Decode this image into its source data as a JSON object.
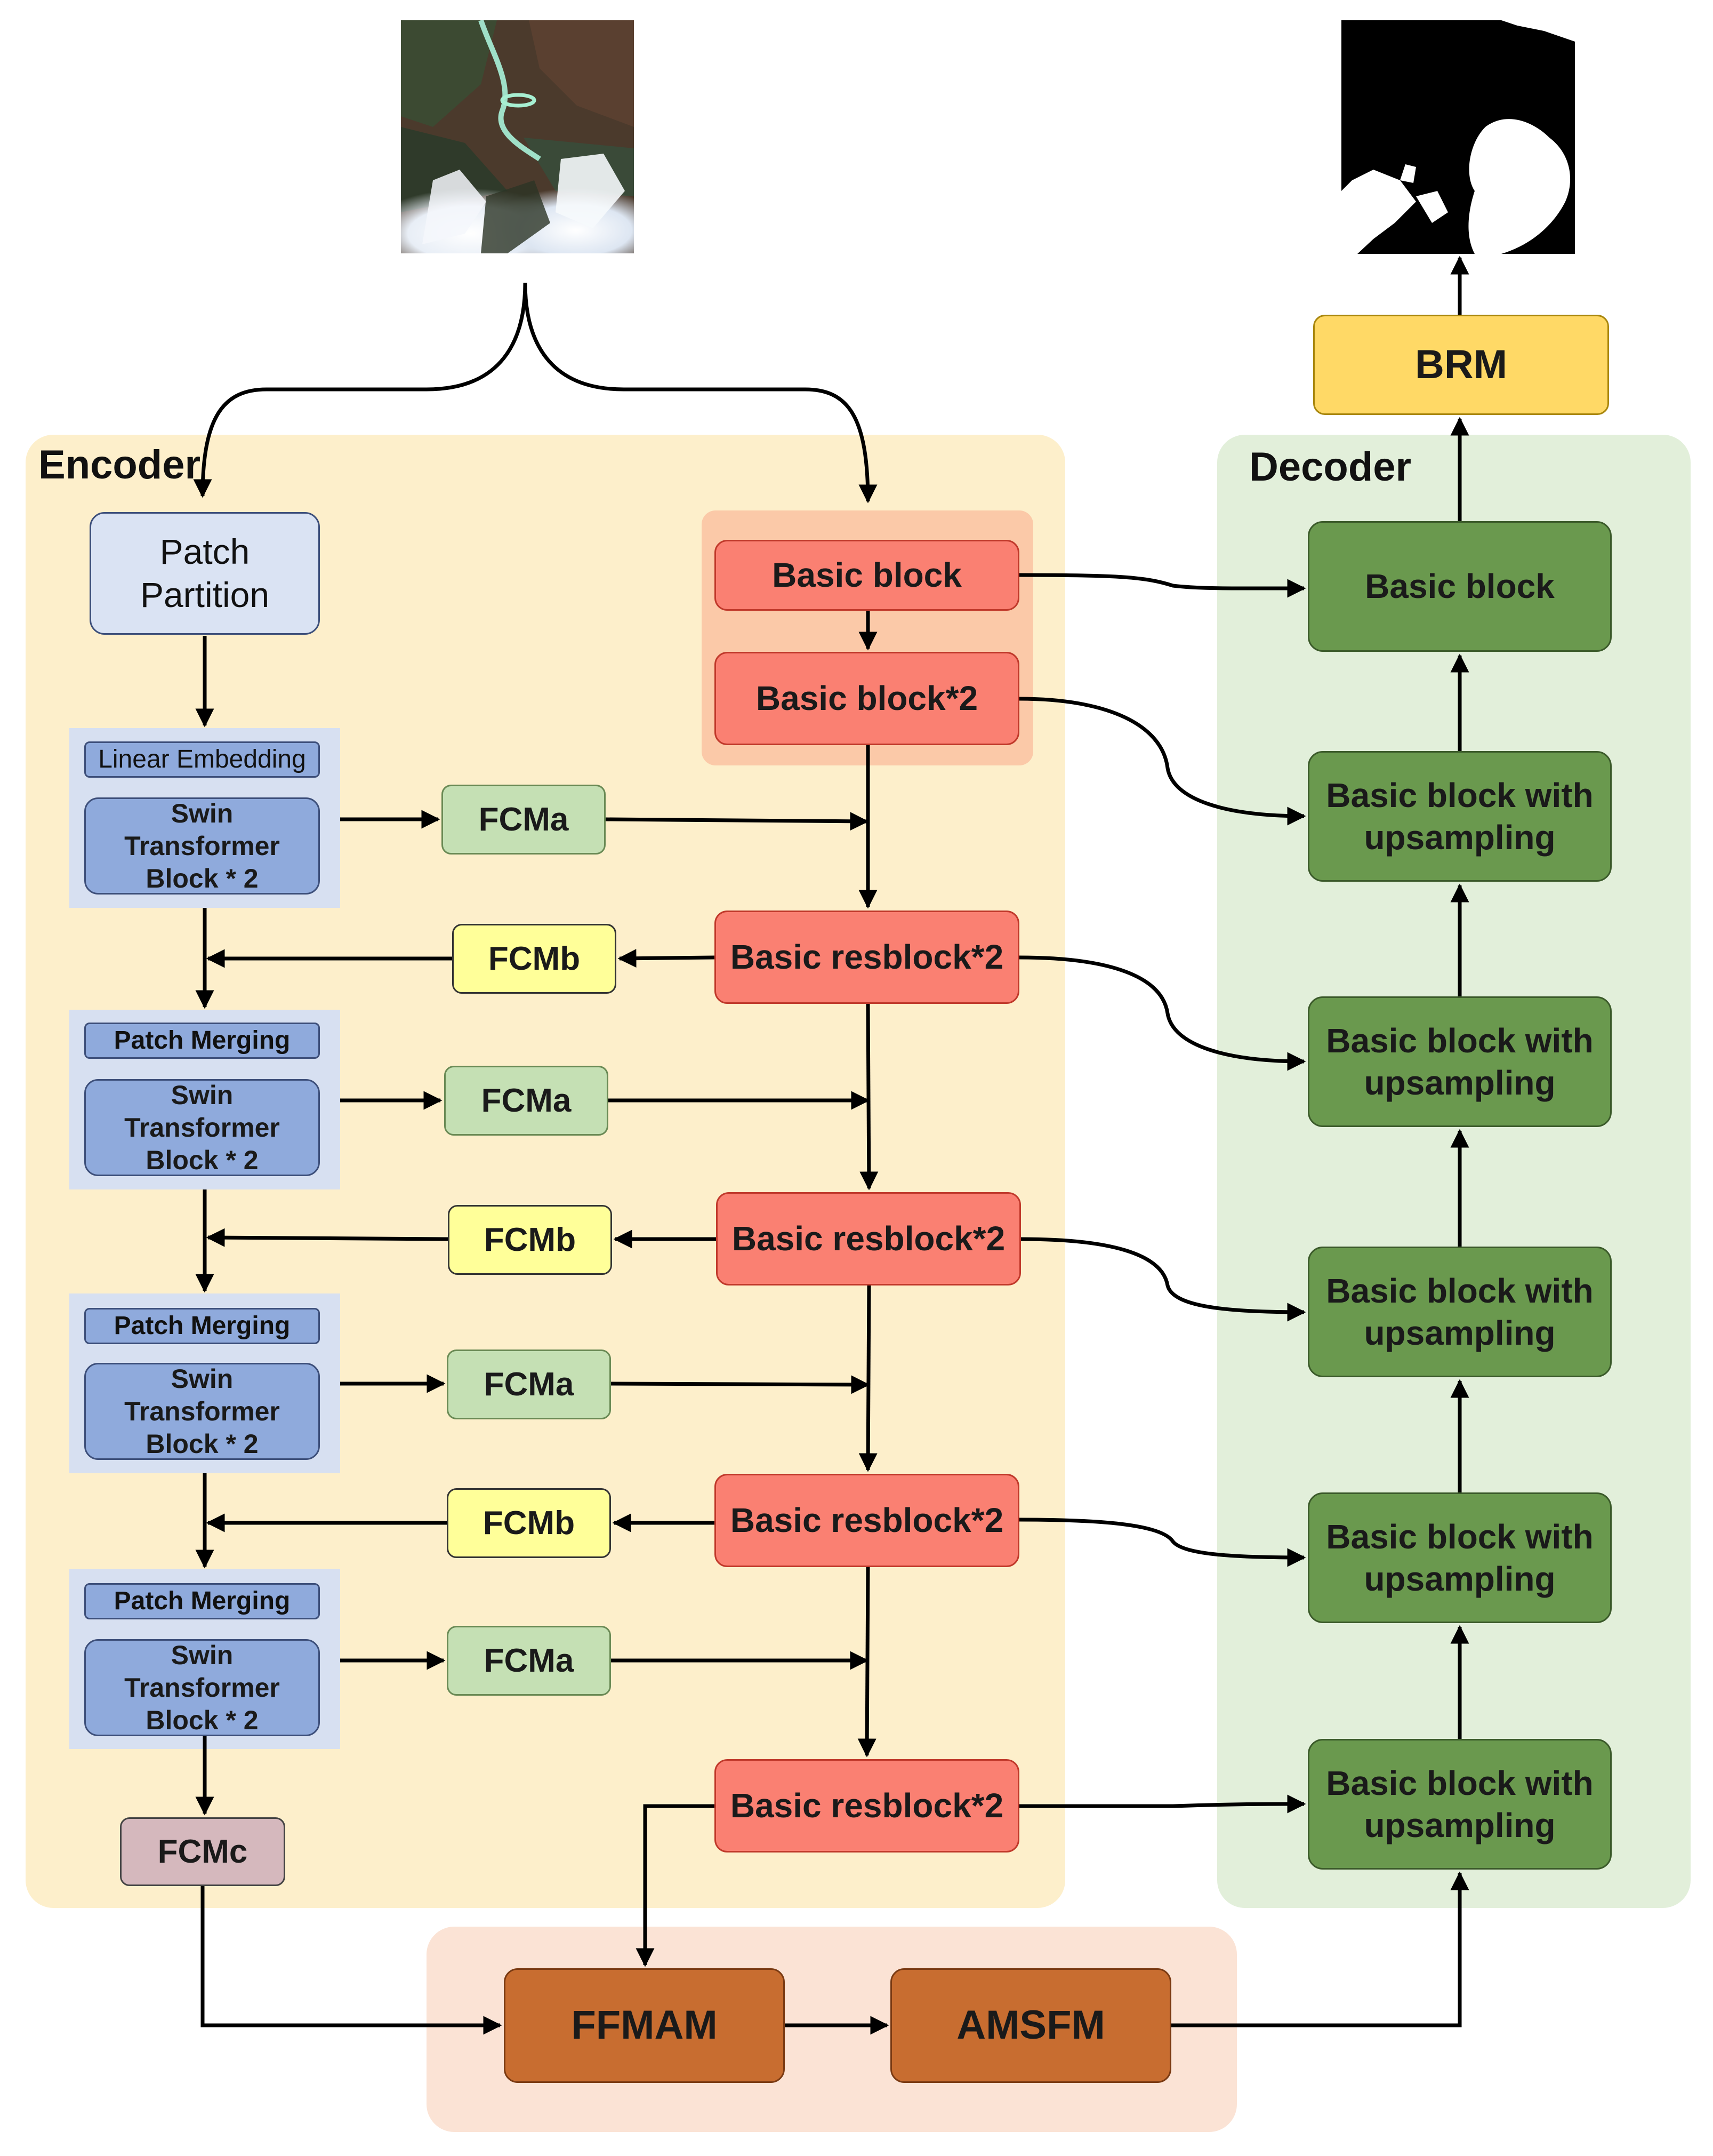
{
  "regions": {
    "encoder": "Encoder",
    "decoder": "Decoder"
  },
  "encoder": {
    "patch_partition": "Patch Partition",
    "stages": [
      {
        "head": "Linear Embedding",
        "body": "Swin Transformer Block * 2",
        "fcma": "FCMa"
      },
      {
        "head": "Patch Merging",
        "body": "Swin Transformer Block * 2",
        "fcma": "FCMa"
      },
      {
        "head": "Patch Merging",
        "body": "Swin Transformer Block * 2",
        "fcma": "FCMa"
      },
      {
        "head": "Patch Merging",
        "body": "Swin Transformer Block * 2",
        "fcma": "FCMa"
      }
    ],
    "fcmb": [
      "FCMb",
      "FCMb",
      "FCMb"
    ],
    "fcmc": "FCMc",
    "cnn": [
      "Basic block",
      "Basic block*2",
      "Basic resblock*2",
      "Basic resblock*2",
      "Basic resblock*2",
      "Basic resblock*2"
    ]
  },
  "decoder": {
    "blocks": [
      "Basic block",
      "Basic block with upsampling",
      "Basic block with upsampling",
      "Basic block with upsampling",
      "Basic block with upsampling",
      "Basic block with upsampling"
    ],
    "brm": "BRM"
  },
  "fusion": [
    "FFMAM",
    "AMSFM"
  ],
  "colors": {
    "encoder_bg": "#fdefcb",
    "decoder_bg": "#e2efda",
    "fusion_bg": "#fbe3d5",
    "swin": "#8faadc",
    "fcma": "#c5e0b4",
    "fcmb": "#ffff99",
    "fcmc": "#d5b8bd",
    "cnn_block": "#fa8072",
    "decoder_block": "#6a994e",
    "fusion_block": "#c86d30",
    "brm": "#ffd966"
  }
}
